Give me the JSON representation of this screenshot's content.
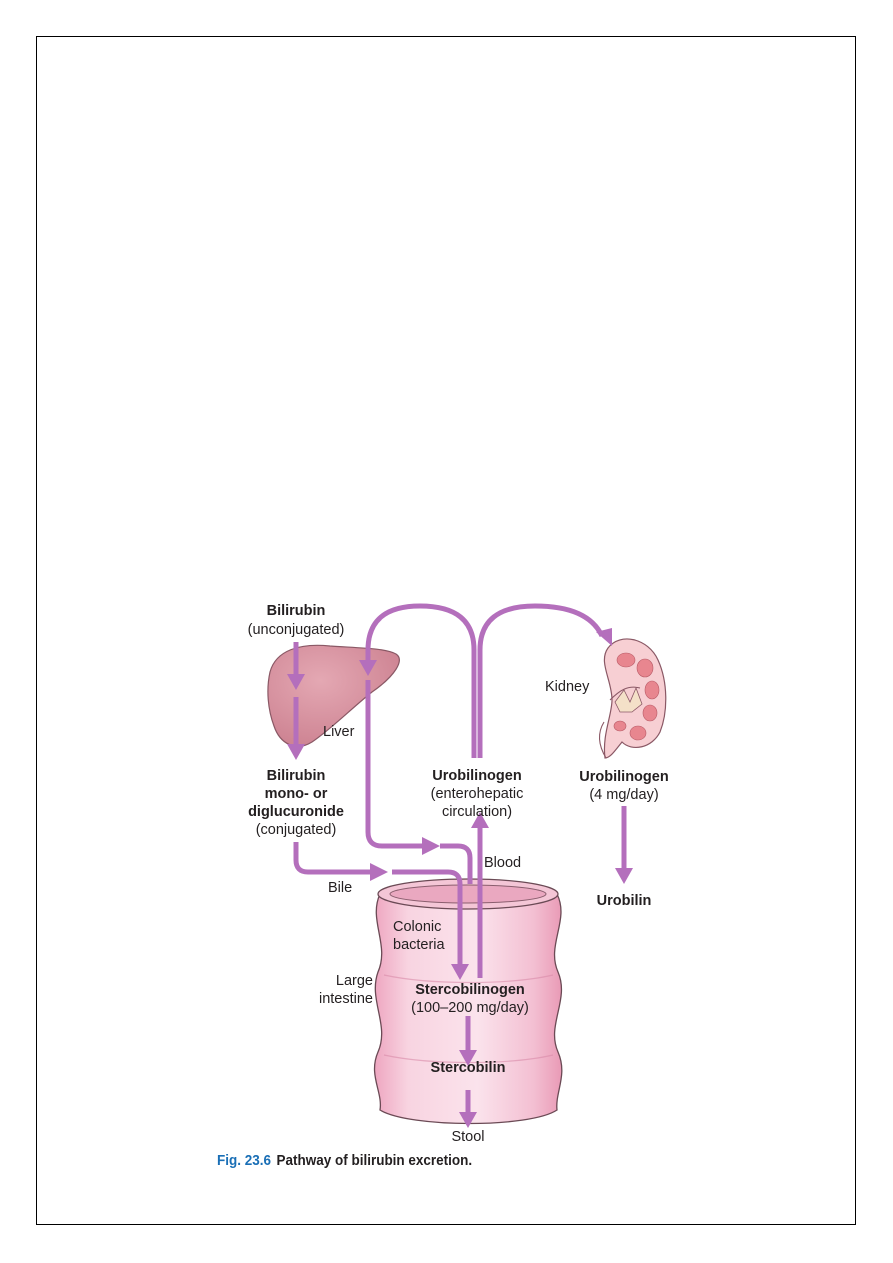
{
  "labels": {
    "bilirubin": "Bilirubin",
    "unconjugated": "(unconjugated)",
    "liver": "Liver",
    "conj_line1": "Bilirubin",
    "conj_line2": "mono- or",
    "conj_line3": "diglucuronide",
    "conjugated": "(conjugated)",
    "bile": "Bile",
    "uro_entero": "Urobilinogen",
    "entero1": "(enterohepatic",
    "entero2": "circulation)",
    "blood": "Blood",
    "kidney": "Kidney",
    "uro_kidney": "Urobilinogen",
    "uro_rate": "(4 mg/day)",
    "urobilin": "Urobilin",
    "colonic1": "Colonic",
    "colonic2": "bacteria",
    "large1": "Large",
    "large2": "intestine",
    "stercobilinogen": "Stercobilinogen",
    "sterco_rate": "(100–200 mg/day)",
    "stercobilin": "Stercobilin",
    "stool": "Stool"
  },
  "caption": {
    "number": "Fig. 23.6",
    "text": "Pathway of bilirubin excretion."
  },
  "colors": {
    "arrow": "#b46fbc",
    "liver": "#d48e9c",
    "intestine": "#f4c6d6",
    "caption_number": "#1a6fb6"
  }
}
